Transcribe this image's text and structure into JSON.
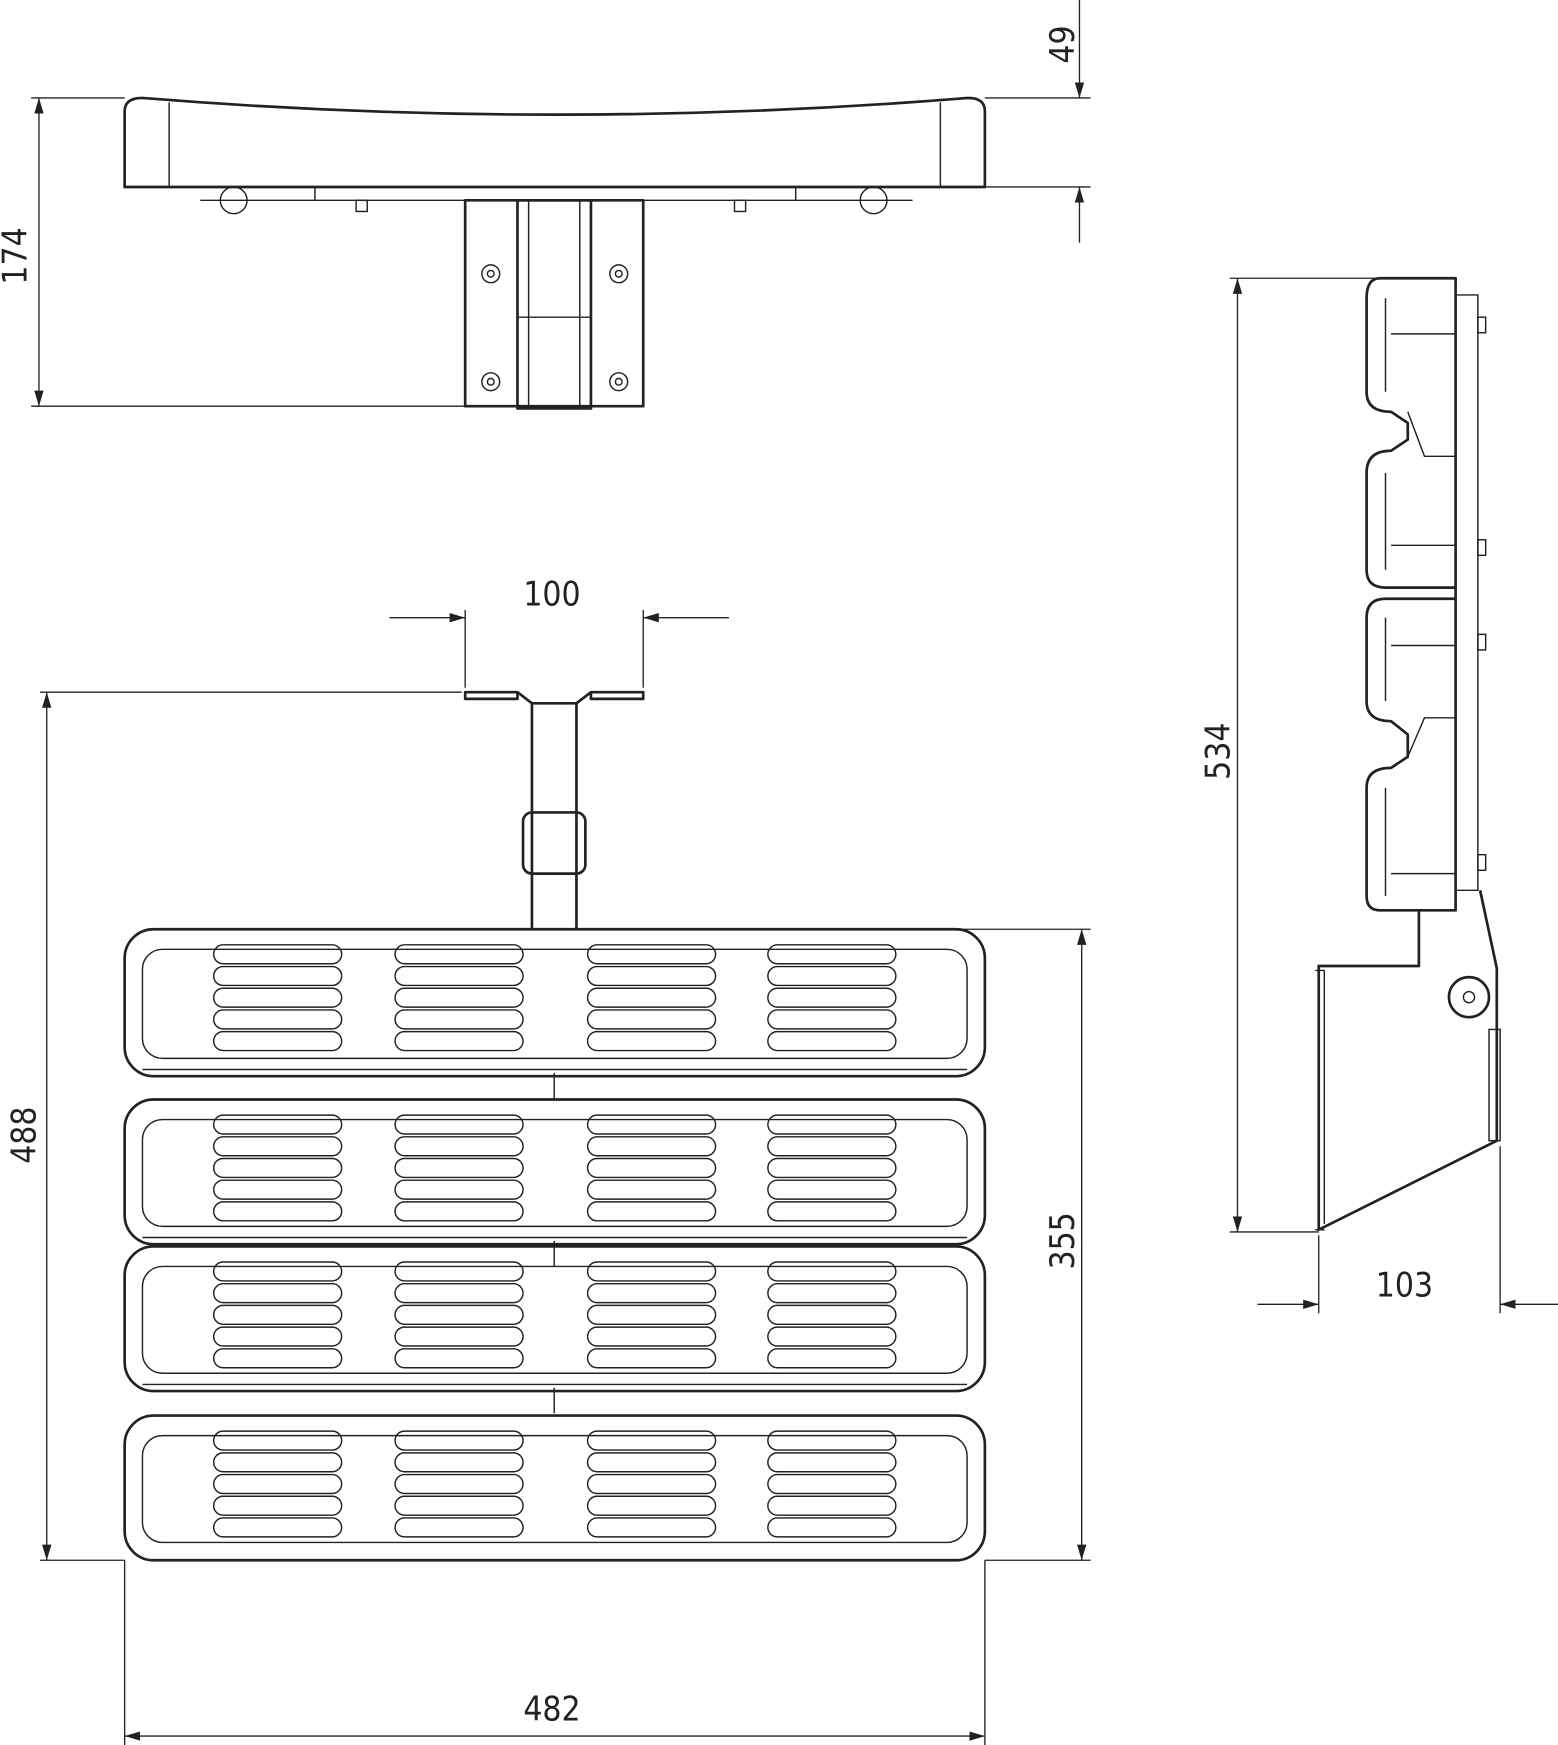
{
  "drawing": {
    "dimensions": {
      "seat_curve_depth": "49",
      "top_view_depth": "174",
      "bracket_width": "100",
      "total_height": "488",
      "seat_depth": "355",
      "side_height": "534",
      "folded_depth": "103",
      "seat_width": "482"
    }
  }
}
